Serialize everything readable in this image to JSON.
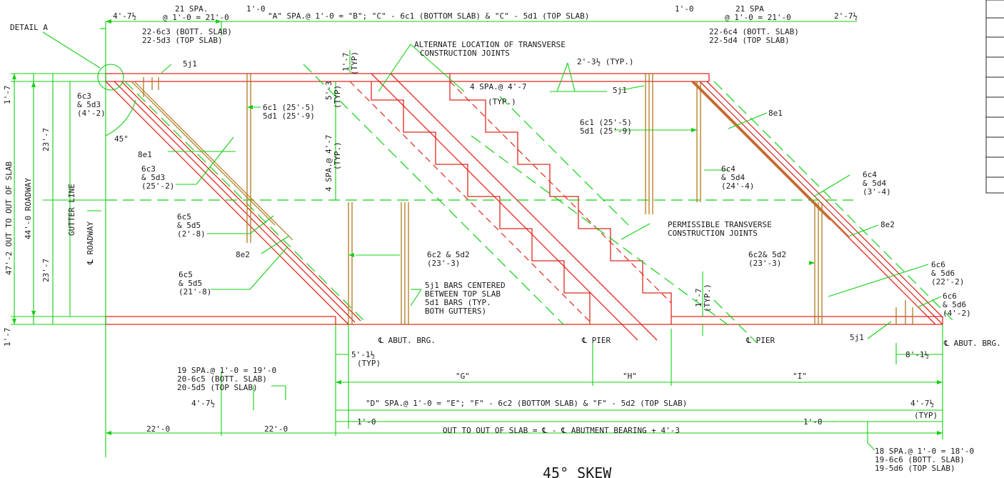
{
  "title": "45° SKEW",
  "labels": {
    "detail_a": "DETAIL A",
    "top_left_dim": "4'-7½",
    "spa21_a": "21 SPA.",
    "spa21_a_val": "@ 1'-0 = 21'-0",
    "one_zero_a": "1'-0",
    "top_main": "\"A\" SPA.@ 1'-0 = \"B\"; \"C\" - 6c1 (BOTTOM SLAB) & \"C\" - 5d1 (TOP SLAB)",
    "one_zero_b": "1'-0",
    "spa21_b": "21 SPA",
    "spa21_b_val": "@ 1'-0 = 21'-0",
    "top_right_dim": "2'-7½",
    "c3_bott": "22-6c3 (BOTT. SLAB)",
    "d3_top": "22-5d3 (TOP SLAB)",
    "c4_bott": "22-6c4 (BOTT. SLAB)",
    "d4_top": "22-5d4 (TOP SLAB)",
    "alt_loc_1": "ALTERNATE LOCATION OF TRANSVERSE",
    "alt_loc_2": "CONSTRUCTION JOINTS",
    "typ_17": "1'-7",
    "typ": "(TYP)",
    "typ_dim_2": "2'-3½ (TYP.)",
    "j1_a": "5j1",
    "j1_b": "5j1",
    "j1_c": "5j1",
    "spa4_h": "4 SPA.@ 4'-7",
    "typ_p": "(TYP.)",
    "c1_a": "6c1 (25'-5)",
    "d1_a": "5d1 (25'-9)",
    "c1_b": "6c1 (25'-5)",
    "d1_b": "5d1 (25'-9)",
    "e1_a": "8e1",
    "e1_b": "8e1",
    "e2_a": "8e2",
    "e2_b": "8e2",
    "c3_short_1": "6c3",
    "c3_short_2": "& 5d3",
    "c3_short_3": "(4'-2)",
    "deg45": "45°",
    "c3_long_1": "6c3",
    "c3_long_2": "& 5d3",
    "c3_long_3": "(25'-2)",
    "c4_long_1": "6c4",
    "c4_long_2": "& 5d4",
    "c4_long_3": "(24'-4)",
    "c4_short_1": "6c4",
    "c4_short_2": "& 5d4",
    "c4_short_3": "(3'-4)",
    "c5_short_1": "6c5",
    "c5_short_2": "& 5d5",
    "c5_short_3": "(2'-8)",
    "c5_long_1": "6c5",
    "c5_long_2": "& 5d5",
    "c5_long_3": "(21'-8)",
    "c6_long_1": "6c6",
    "c6_long_2": "& 5d6",
    "c6_long_3": "(22'-2)",
    "c6_short_1": "6c6",
    "c6_short_2": "& 5d6",
    "c6_short_3": "(4'-2)",
    "c2_a_1": "6c2 & 5d2",
    "c2_a_2": "(23'-3)",
    "c2_b_1": "6c2& 5d2",
    "c2_b_2": "(23'-3)",
    "perm_1": "PERMISSIBLE TRANSVERSE",
    "perm_2": "CONSTRUCTION JOINTS",
    "j1_note_1": "5j1 BARS CENTERED",
    "j1_note_2": "BETWEEN TOP SLAB",
    "j1_note_3": "5d1 BARS (TYP.",
    "j1_note_4": "BOTH GUTTERS)",
    "vert_53": "5'-3",
    "vert_typ_a": "(TYP)",
    "vert_spa4": "4 SPA.@ 4'-7",
    "vert_typ_b": "(TYP.)",
    "vert_17a": "1'-7",
    "vert_typa": "(TYP)",
    "vert_17b": "1'-7",
    "vert_typb": "(TYP.)",
    "left_17_top": "1'-7",
    "left_237_top": "23'-7",
    "left_237_bot": "23'-7",
    "left_17_bot": "1'-7",
    "left_4702": "47'-2 OUT TO OUT OF SLAB",
    "left_440": "44'-0 ROADWAY",
    "gutter": "GUTTER LINE",
    "cl_roadway": "℄ ROADWAY",
    "abut_brg_l": "℄ ABUT. BRG.",
    "pier_1": "℄ PIER",
    "pier_2": "℄ PIER",
    "abut_brg_r": "℄ ABUT. BRG.",
    "dim_5112": "5'-1½",
    "dim_5112_typ": "(TYP)",
    "dim_8112": "8'-1½",
    "g": "\"G\"",
    "h": "\"H\"",
    "i": "\"I\"",
    "spa19_1": "19 SPA.@ 1'-0 = 19'-0",
    "spa19_2": "20-6c5 (BOTT. SLAB)",
    "spa19_3": "20-5d5 (TOP SLAB)",
    "dim_4712_l": "4'-7½",
    "bottom_main": "\"D\" SPA.@ 1'-0 = \"E\"; \"F\" - 6c2 (BOTTOM SLAB) & \"F\" - 5d2 (TOP SLAB)",
    "dim_4712_r": "4'-7½",
    "dim_4712_r_typ": "(TYP)",
    "one_zero_c": "1'-0",
    "one_zero_d": "1'-0",
    "out_to_out": "OUT TO OUT OF SLAB = ℄ - ℄ ABUTMENT BEARING + 4'-3",
    "dim_220_a": "22'-0",
    "dim_220_b": "22'-0",
    "spa18_1": "18 SPA.@ 1'-0 = 18'-0",
    "spa18_2": "19-6c6 (BOTT. SLAB)",
    "spa18_3": "19-5d6 (TOP SLAB)"
  }
}
